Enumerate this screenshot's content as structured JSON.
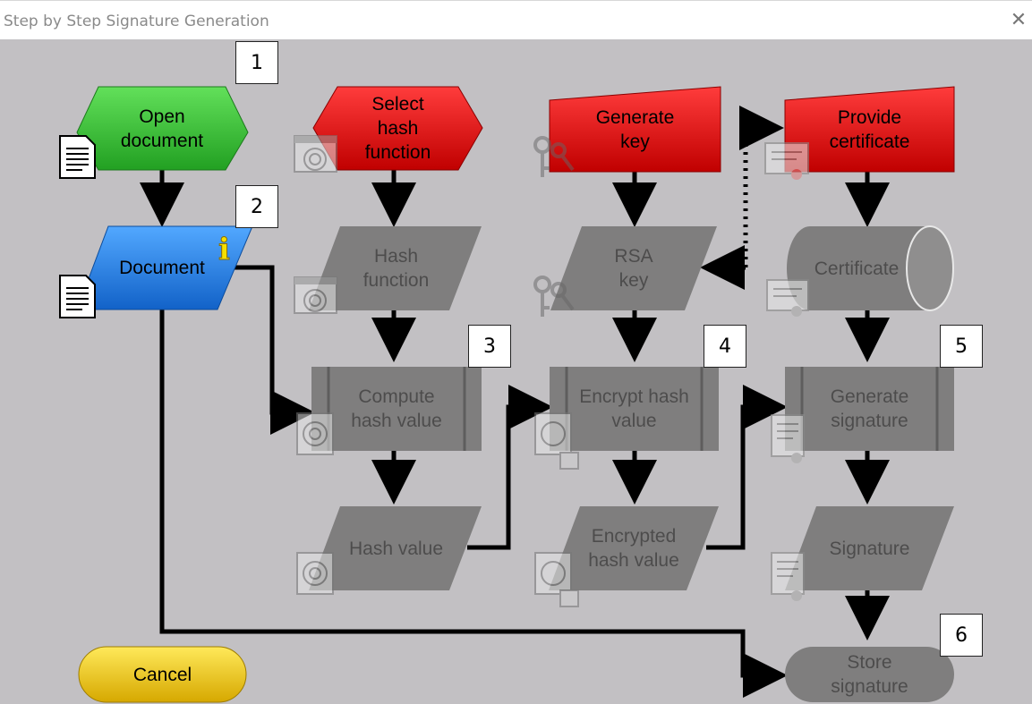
{
  "window": {
    "title": "Step by Step Signature Generation",
    "close_glyph": "✕"
  },
  "colors": {
    "green": "#3cc43a",
    "red": "#e8161a",
    "blue": "#2f86e6",
    "yellow": "#f1d21a",
    "grey_node": "#7f7e7e",
    "background": "#c2c0c3"
  },
  "steps": {
    "open_document": "Open document",
    "document": "Document",
    "select_hash": "Select hash function",
    "hash_function": "Hash function",
    "compute_hash": "Compute hash value",
    "hash_value": "Hash value",
    "generate_key": "Generate key",
    "rsa_key": "RSA key",
    "encrypt_hash": "Encrypt hash value",
    "encrypted_hash": "Encrypted hash value",
    "provide_certificate": "Provide certificate",
    "certificate": "Certificate",
    "generate_signature": "Generate signature",
    "signature": "Signature",
    "store_signature": "Store signature"
  },
  "callouts": [
    "1",
    "2",
    "3",
    "4",
    "5",
    "6"
  ],
  "info_badge": "i",
  "cancel_label": "Cancel"
}
